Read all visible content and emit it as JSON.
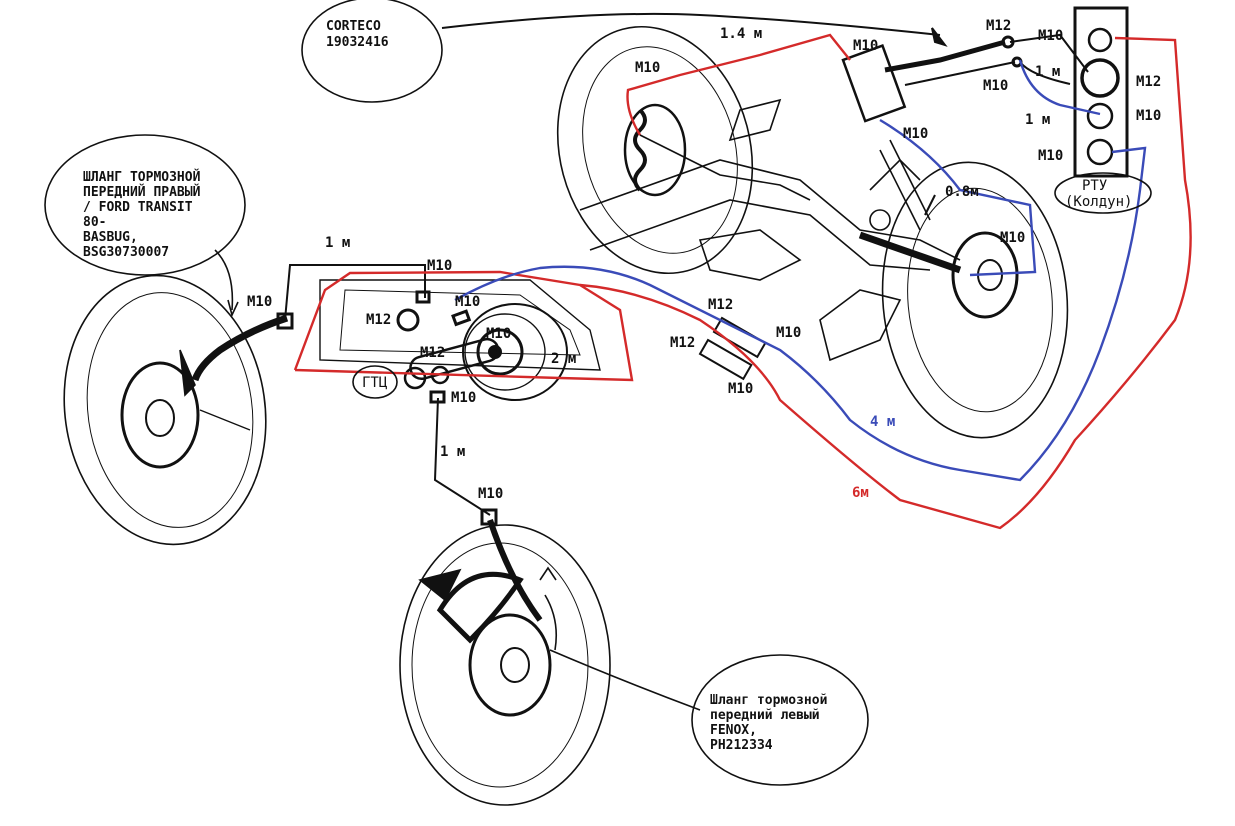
{
  "notes": {
    "corteco": [
      "CORTECO",
      "19032416"
    ],
    "right_hose": [
      "ШЛАНГ ТОРМОЗНОЙ",
      "ПЕРЕДНИЙ ПРАВЫЙ",
      "/ FORD TRANSIT",
      "80-",
      "BASBUG,",
      "BSG30730007"
    ],
    "left_hose": [
      "Шланг тормозной",
      "передний левый",
      "FENOX,",
      "PH212334"
    ],
    "rtu": [
      "РТУ",
      "(Колдун)"
    ],
    "gtc": "ГТЦ"
  },
  "fittings": {
    "m10": "М10",
    "m12": "М12"
  },
  "lengths": {
    "top_red": "1.4 м",
    "right_top": "1 м",
    "right_mid": "1 м",
    "rear_short": "0.8м",
    "front_right": "1 м",
    "front_mid": "2 м",
    "front_left": "1 м",
    "blue_long": "4 м",
    "red_long": "6м"
  },
  "colors": {
    "red_line": "#d42a2a",
    "blue_line": "#3a4bb8",
    "ink": "#111111",
    "blue_label": "#3a4bb8",
    "red_label": "#d42a2a"
  }
}
